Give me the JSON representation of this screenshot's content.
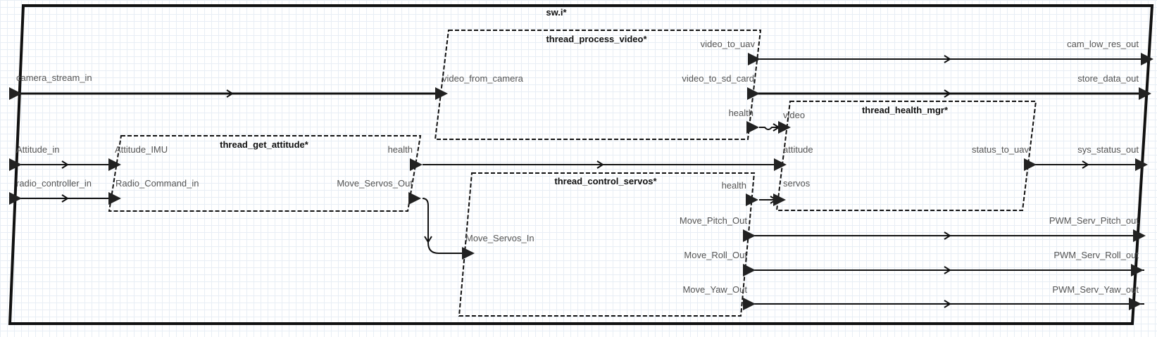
{
  "system": {
    "title": "sw.i*"
  },
  "threads": {
    "process_video": {
      "title": "thread_process_video*",
      "ports": {
        "video_to_uav": "video_to_uav",
        "video_from_camera": "video_from_camera",
        "video_to_sd_card": "video_to_sd_card",
        "health": "health"
      }
    },
    "get_attitude": {
      "title": "thread_get_attitude*",
      "ports": {
        "attitude_imu": "Attitude_IMU",
        "health": "health",
        "radio_command_in": "Radio_Command_in",
        "move_servos_out": "Move_Servos_Out"
      }
    },
    "control_servos": {
      "title": "thread_control_servos*",
      "ports": {
        "health": "health",
        "move_servos_in": "Move_Servos_In",
        "move_pitch_out": "Move_Pitch_Out",
        "move_roll_out": "Move_Roll_Out",
        "move_yaw_out": "Move_Yaw_Out"
      }
    },
    "health_mgr": {
      "title": "thread_health_mgr*",
      "ports": {
        "video": "video",
        "attitude": "attitude",
        "servos": "servos",
        "status_to_uav": "status_to_uav"
      }
    }
  },
  "system_ports": {
    "camera_stream_in": "camera_stream_in",
    "attitude_in": "Attitude_in",
    "radio_controller_in": "radio_controller_in",
    "cam_low_res_out": "cam_low_res_out",
    "store_data_out": "store_data_out",
    "sys_status_out": "sys_status_out",
    "pwm_serv_pitch_out": "PWM_Serv_Pitch_out",
    "pwm_serv_roll_out": "PWM_Serv_Roll_out",
    "pwm_serv_yaw_out": "PWM_Serv_Yaw_out"
  }
}
